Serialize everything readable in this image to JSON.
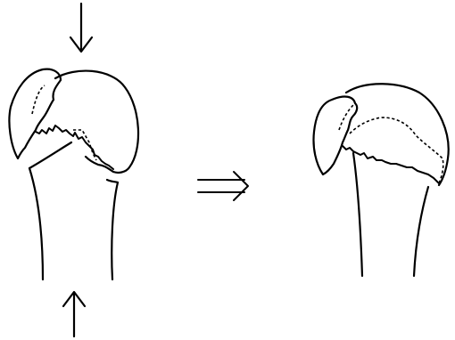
{
  "figure": {
    "panels": [
      {
        "id": "before",
        "description_visible": "none",
        "force_arrows": [
          "downward",
          "upward"
        ]
      },
      {
        "id": "after",
        "description_visible": "none"
      }
    ],
    "transition_symbol": "⇒",
    "icons": {
      "force_top": "arrow-down-icon",
      "force_bottom": "arrow-up-icon",
      "transition": "implies-arrow-icon"
    },
    "colors": {
      "line": "#000000",
      "background": "#ffffff"
    }
  }
}
